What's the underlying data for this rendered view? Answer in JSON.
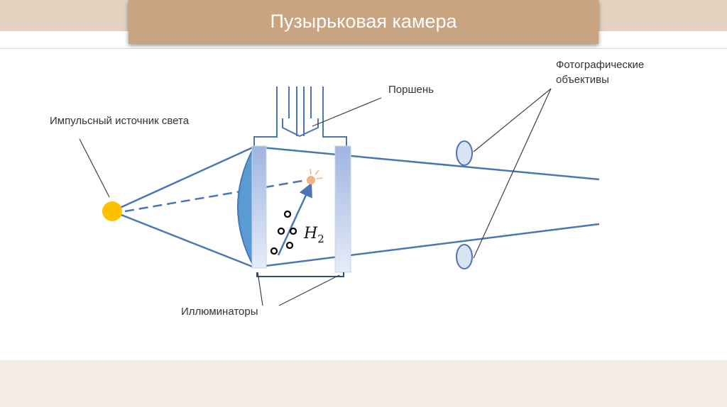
{
  "slide": {
    "title": "Пузырьковая камера"
  },
  "labels": {
    "light_source": "Импульсный источник света",
    "piston": "Поршень",
    "lenses_line1": "Фотографические",
    "lenses_line2": "объективы",
    "windows": "Иллюминаторы",
    "formula_main": "H",
    "formula_sub": "2"
  },
  "colors": {
    "title_bg": "#c9a481",
    "band": "#e3d3c0",
    "line_blue": "#4a77b4",
    "lens_fill": "#5b9bd5",
    "source": "#ffc000",
    "spark": "#f4b183",
    "window_fill": "#b4c7e7"
  }
}
